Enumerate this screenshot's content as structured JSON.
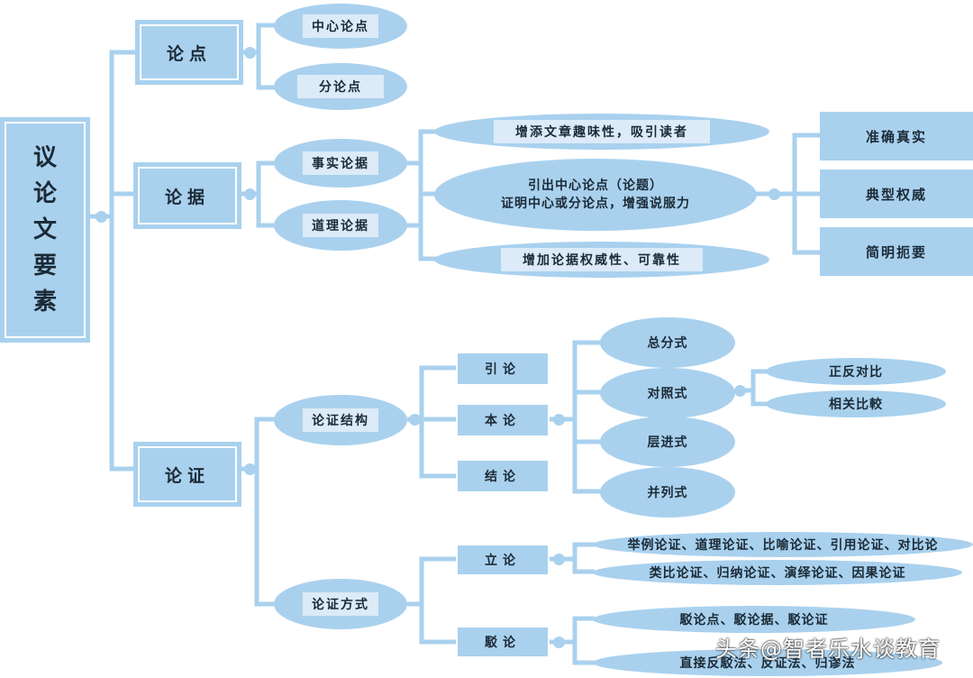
{
  "root": {
    "label": [
      "议",
      "论",
      "文",
      "要",
      "素"
    ]
  },
  "branches": {
    "lundian": {
      "label": "论点",
      "children": [
        "中心论点",
        "分论点"
      ]
    },
    "lunju": {
      "label": "论据",
      "children": [
        "事实论据",
        "道理论据"
      ],
      "functions": [
        "增添文章趣味性，吸引读者",
        "引出中心论点（论题）",
        "证明中心或分论点，增强说服力",
        "增加论据权威性、可靠性"
      ],
      "requirements": [
        "准确真实",
        "典型权威",
        "简明扼要"
      ]
    },
    "lunzheng": {
      "label": "论证",
      "structure": {
        "label": "论证结构",
        "parts": [
          "引论",
          "本论",
          "结论"
        ],
        "forms": [
          "总分式",
          "对照式",
          "层进式",
          "并列式"
        ],
        "contrast_types": [
          "正反对比",
          "相关比較"
        ]
      },
      "methods": {
        "label": "论证方式",
        "lilun": {
          "label": "立论",
          "items": [
            "举例论证、道理论证、比喻论证、引用论证、对比论",
            "类比论证、归纳论证、演绎论证、因果论证"
          ]
        },
        "bolun": {
          "label": "駁论",
          "items": [
            "駁论点、駁论据、駁论证",
            "直接反駁法、反证法、归谬法"
          ]
        }
      }
    }
  },
  "watermark": "头条@智者乐水谈教育",
  "colors": {
    "node": "#a9d1ee",
    "label_bg": "#dcebf7",
    "text": "#1b2a36"
  }
}
